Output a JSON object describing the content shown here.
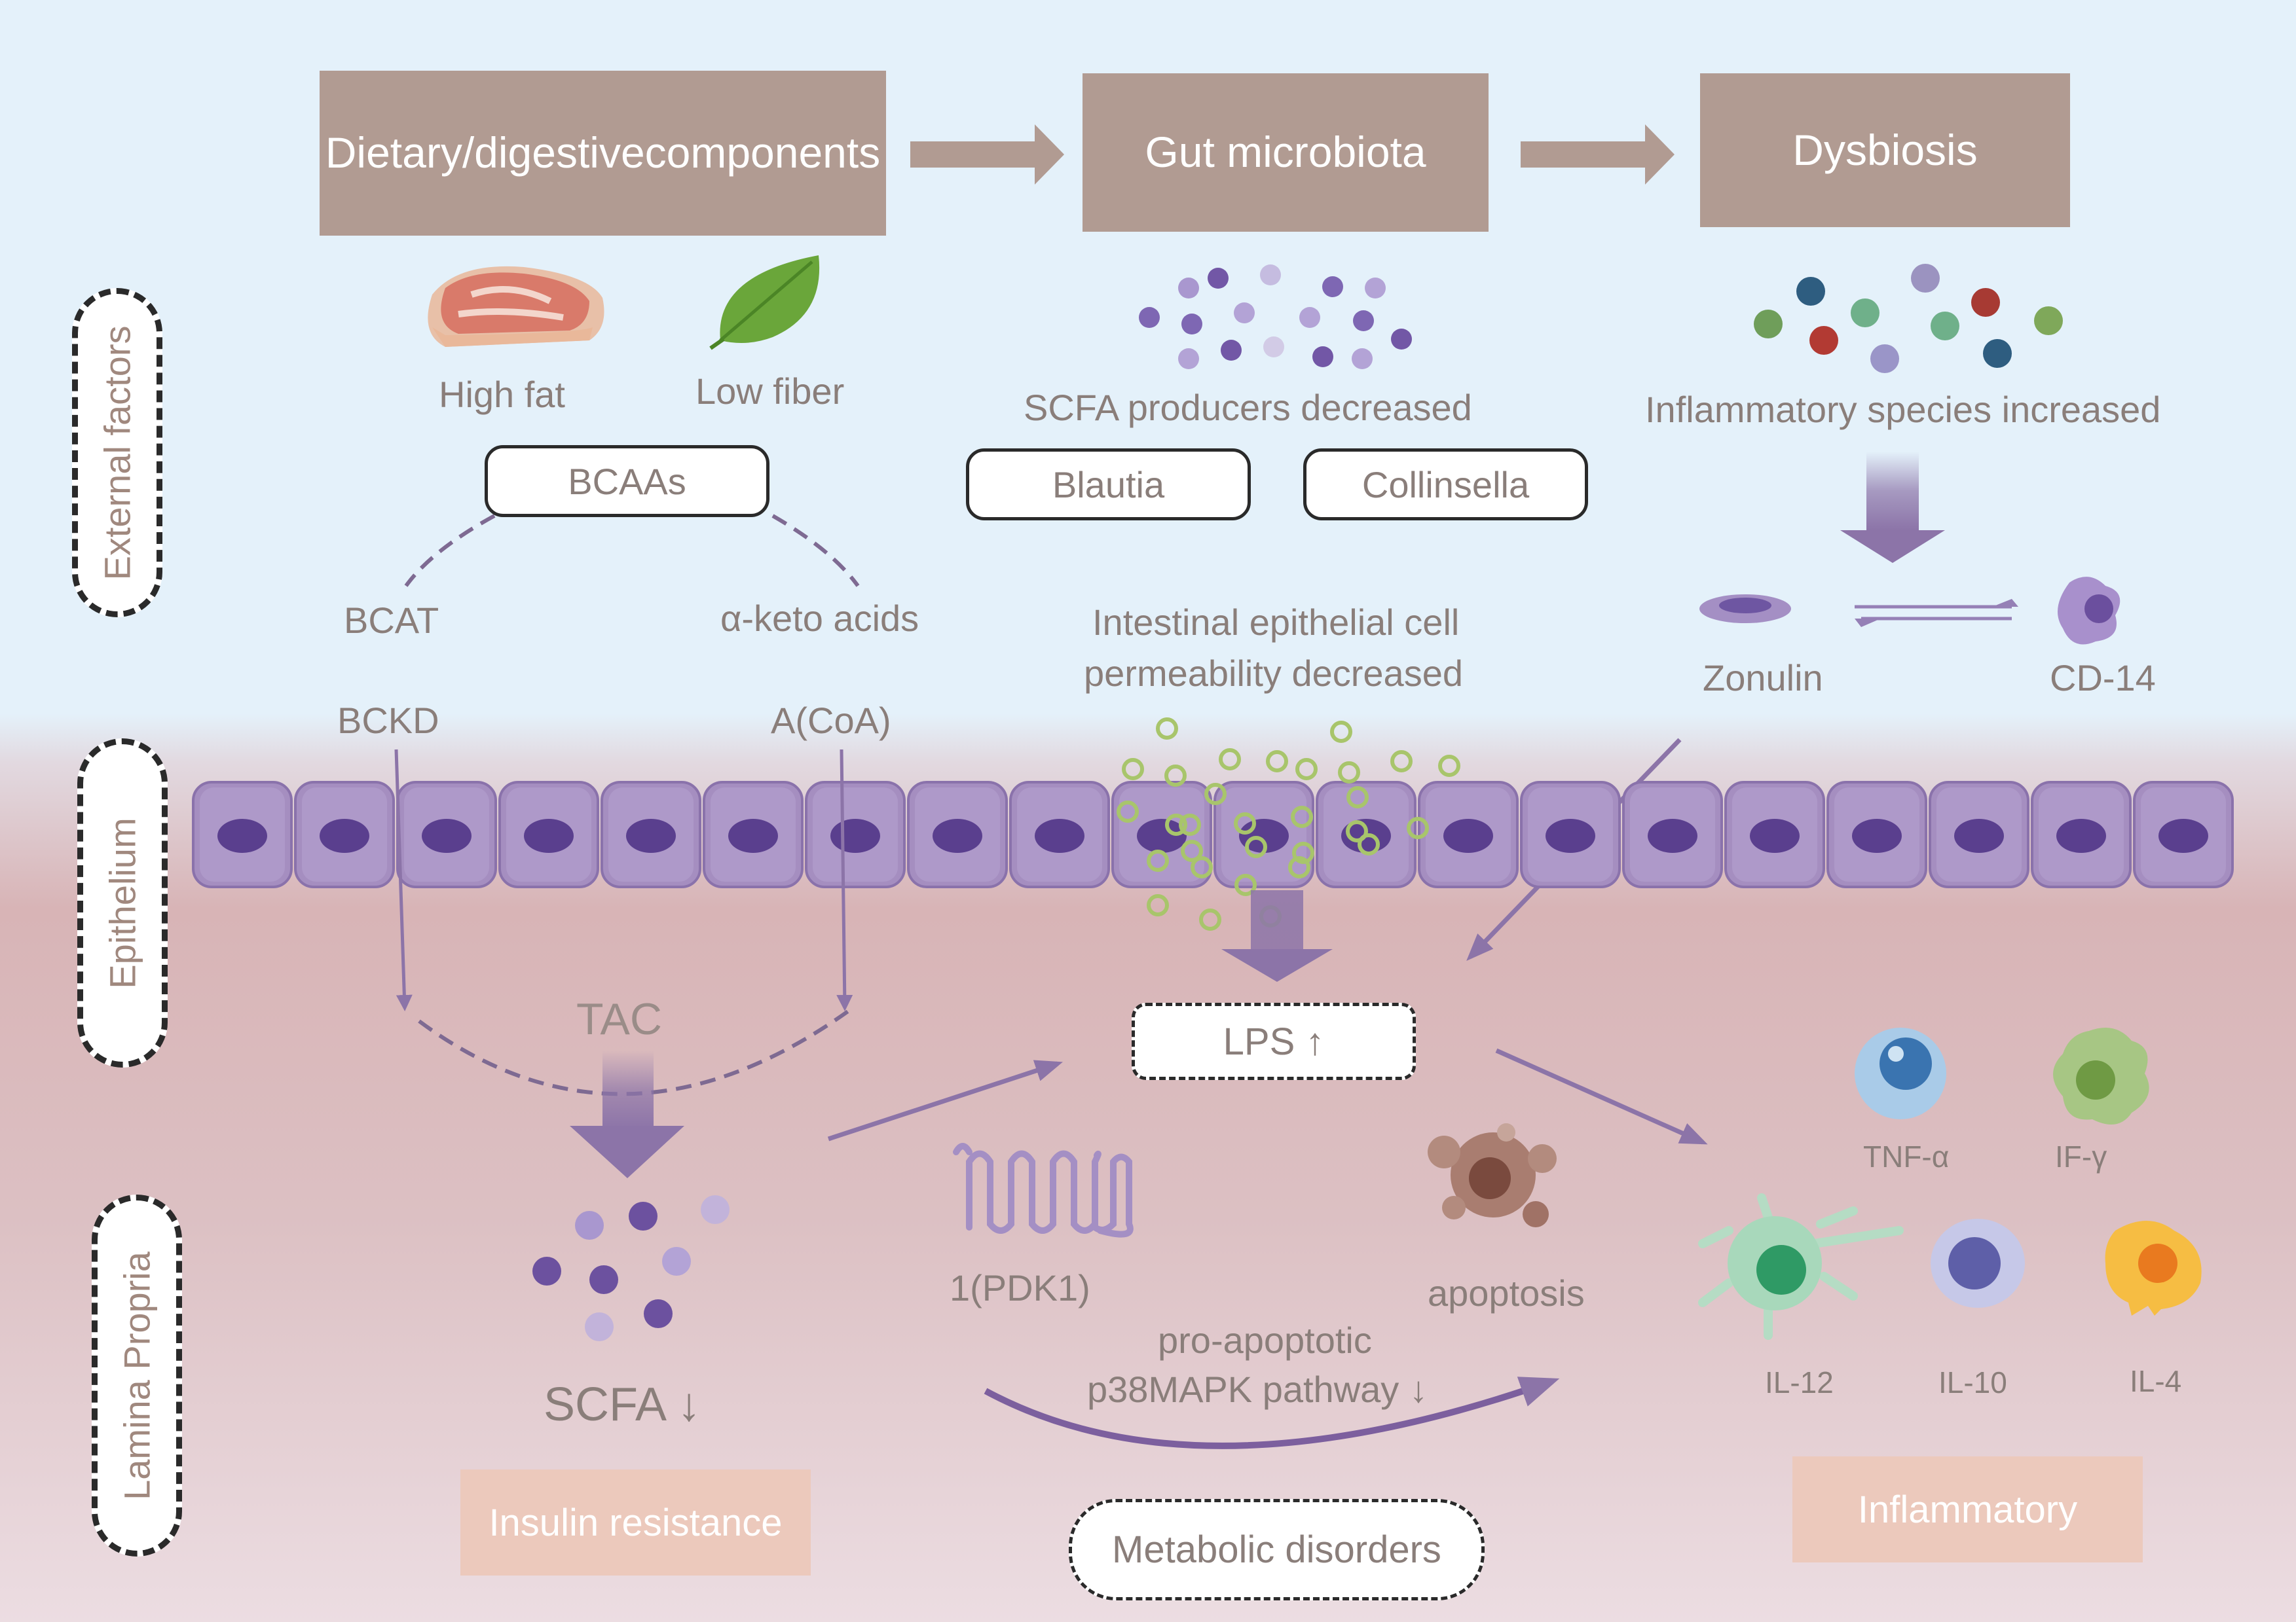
{
  "layers": {
    "external": "External factors",
    "epithelium": "Epithelium",
    "lamina": "Lamina Propria"
  },
  "headers": {
    "dietary": "Dietary/digestive components",
    "microbiota": "Gut microbiota",
    "dysbiosis": "Dysbiosis"
  },
  "diet": {
    "high_fat": "High fat",
    "low_fiber": "Low fiber",
    "bcaas": "BCAAs",
    "bcat": "BCAT",
    "keto": "α-keto acids",
    "bckd": "BCKD",
    "acoa": "A(CoA)",
    "tac": "TAC",
    "scfa": "SCFA ↓",
    "insulin": "Insulin resistance"
  },
  "microbiota": {
    "scfa_producers": "SCFA producers decreased",
    "blautia": "Blautia",
    "collinsella": "Collinsella",
    "permeability_line1": "Intestinal epithelial cell",
    "permeability_line2": "permeability decreased",
    "lps": "LPS ↑",
    "pdk1": "1(PDK1)",
    "apoptosis": "apoptosis",
    "p38_line1": "pro-apoptotic",
    "p38_line2": "p38MAPK pathway ↓",
    "metabolic": "Metabolic disorders"
  },
  "dysbiosis": {
    "inflammatory_species": "Inflammatory species increased",
    "zonulin": "Zonulin",
    "cd14": "CD-14",
    "tnf": "TNF-α",
    "ifg": "IF-γ",
    "il12": "IL-12",
    "il10": "IL-10",
    "il4": "IL-4",
    "inflammatory": "Inflammatory"
  },
  "colors": {
    "header": "#b19b92",
    "cell": "#a58ec0",
    "nucleus": "#5a3f8e",
    "arrow": "#8c74a8",
    "text": "#8a7e7a",
    "outcome": "#ecc9bc"
  }
}
